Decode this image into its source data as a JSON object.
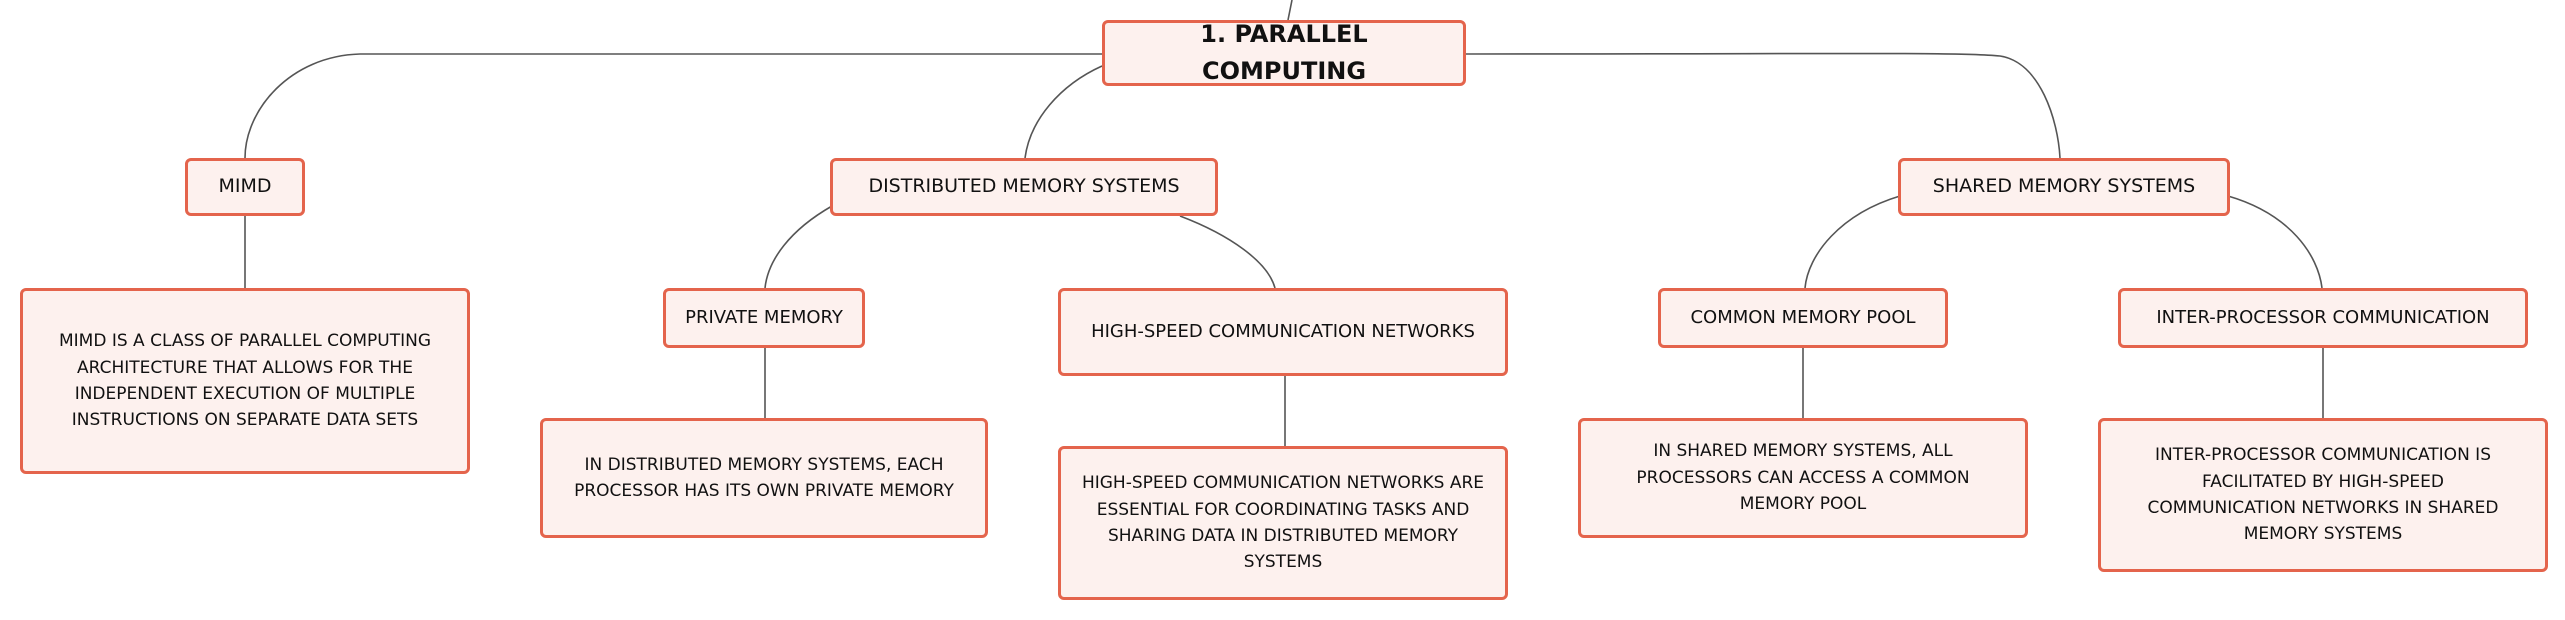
{
  "nodes": {
    "root": "1. PARALLEL COMPUTING",
    "mimd": "MIMD",
    "mimd_desc": "MIMD IS A CLASS OF PARALLEL COMPUTING ARCHITECTURE THAT ALLOWS FOR THE INDEPENDENT EXECUTION OF MULTIPLE INSTRUCTIONS ON SEPARATE DATA SETS",
    "distributed": "DISTRIBUTED MEMORY SYSTEMS",
    "private_memory": "PRIVATE MEMORY",
    "private_memory_desc": "IN DISTRIBUTED MEMORY SYSTEMS, EACH PROCESSOR HAS ITS OWN PRIVATE MEMORY",
    "high_speed": "HIGH-SPEED COMMUNICATION NETWORKS",
    "high_speed_desc": "HIGH-SPEED COMMUNICATION NETWORKS ARE ESSENTIAL FOR COORDINATING TASKS AND SHARING DATA IN DISTRIBUTED MEMORY SYSTEMS",
    "shared": "SHARED MEMORY SYSTEMS",
    "common_pool": "COMMON MEMORY POOL",
    "common_pool_desc": "IN SHARED MEMORY SYSTEMS, ALL PROCESSORS CAN ACCESS A COMMON MEMORY POOL",
    "inter_processor": "INTER-PROCESSOR COMMUNICATION",
    "inter_processor_desc": "INTER-PROCESSOR COMMUNICATION IS FACILITATED BY HIGH-SPEED COMMUNICATION NETWORKS IN SHARED MEMORY SYSTEMS"
  },
  "colors": {
    "node_border": "#e4644c",
    "node_fill": "#fdf1ee",
    "connector": "#555555",
    "text": "#111111"
  }
}
